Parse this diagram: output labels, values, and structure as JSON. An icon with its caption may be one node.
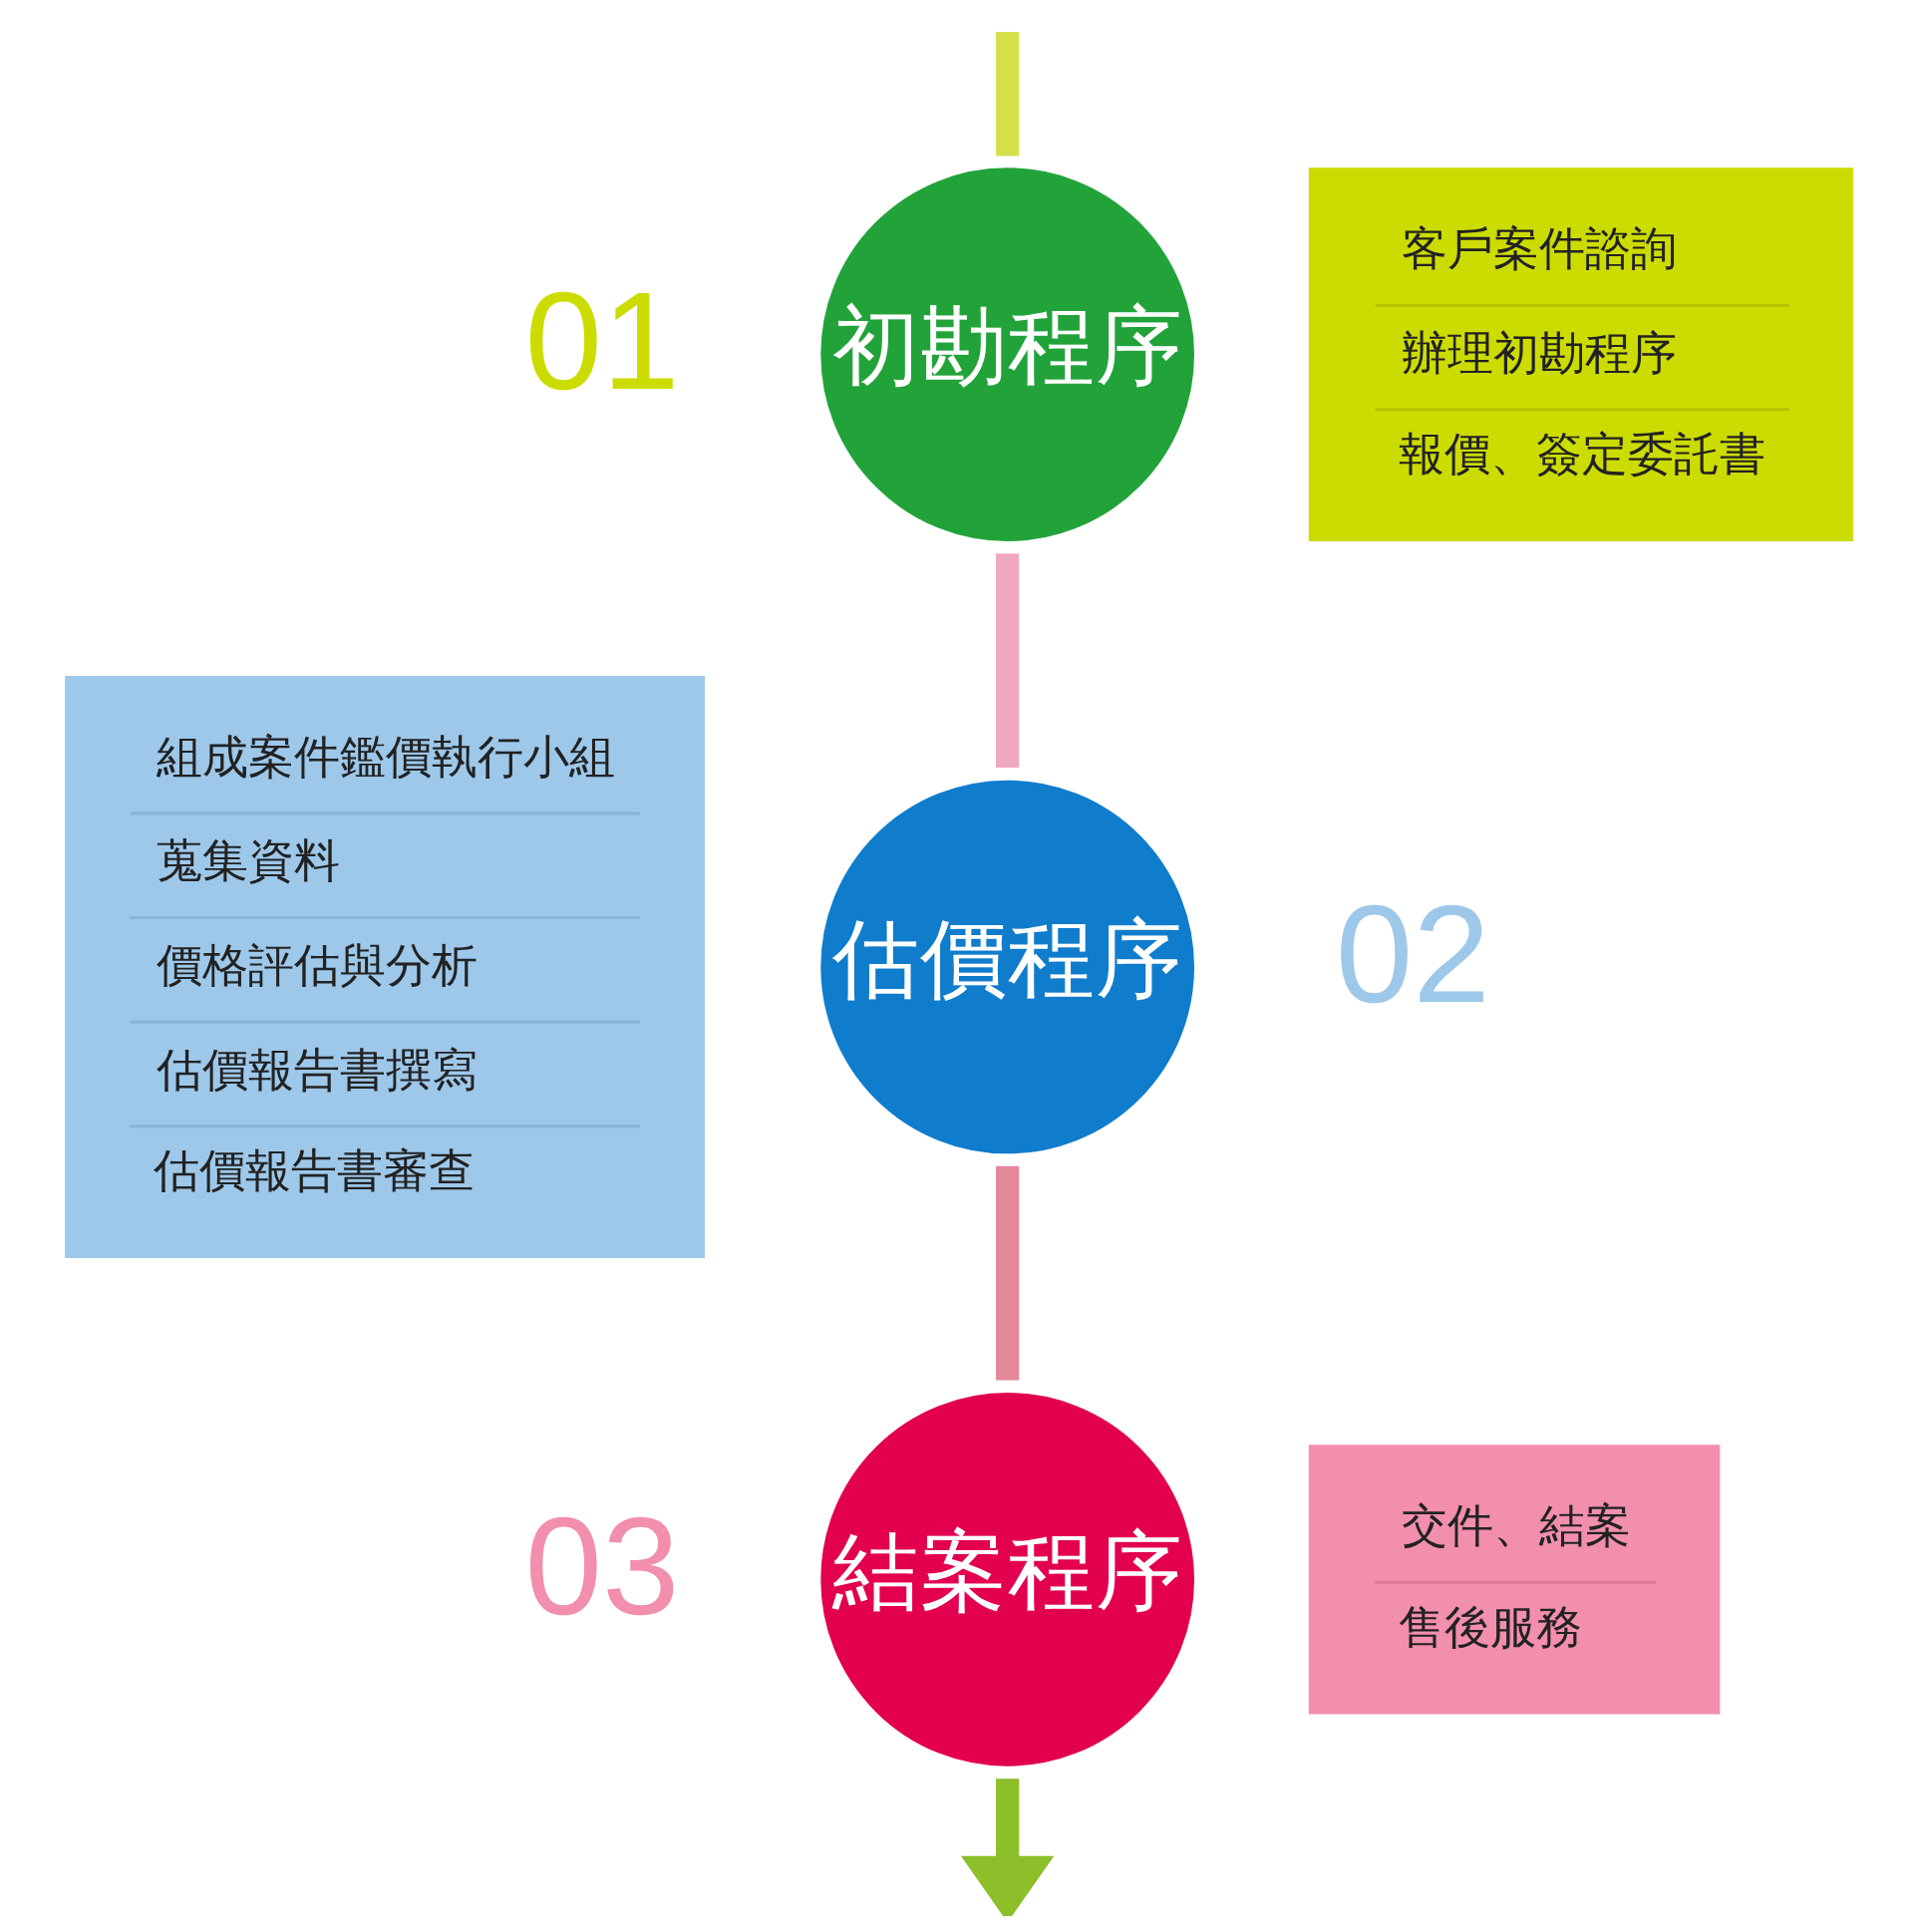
{
  "diagram": {
    "nodes": [
      {
        "text": [
          "初勘程序"
        ]
      },
      {
        "text": [
          "客戶案件諮詢",
          "辦理初勘程序",
          "報價、簽定委託書"
        ]
      },
      {
        "text": [
          "估價程序"
        ]
      },
      {
        "text": [
          "組成案件鑑價執行小組",
          "蒐集資料",
          "價格評估與分析",
          "估價報告書撰寫",
          "估價報告書審查"
        ]
      },
      {
        "text": [
          "結案程序"
        ]
      },
      {
        "text": [
          "交件、結案",
          "售後服務"
        ]
      }
    ],
    "edges": [
      {
        "from": null,
        "to": 0,
        "arrow": "none",
        "color": "#d6e04a"
      },
      {
        "from": 0,
        "to": 2,
        "arrow": "none",
        "color": "#f0a8c0"
      },
      {
        "from": 2,
        "to": 4,
        "arrow": "none",
        "color": "#e4889a"
      },
      {
        "from": 4,
        "to": null,
        "arrow": "to",
        "color": "#8cbf2a"
      }
    ],
    "labels": [
      "01",
      "02",
      "03"
    ]
  }
}
